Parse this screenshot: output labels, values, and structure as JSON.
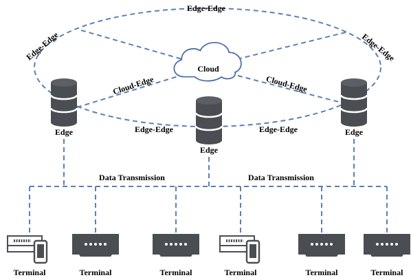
{
  "labels": {
    "edge_edge": "Edge-Edge",
    "cloud_edge": "Cloud-Edge",
    "cloud": "Cloud",
    "edge": "Edge",
    "data_transmission": "Data Transmission",
    "terminal": "Terminal"
  },
  "colors": {
    "link": "#5b7fb6",
    "server": "#4a4d52",
    "cloud_outline": "#4e6fa7"
  }
}
